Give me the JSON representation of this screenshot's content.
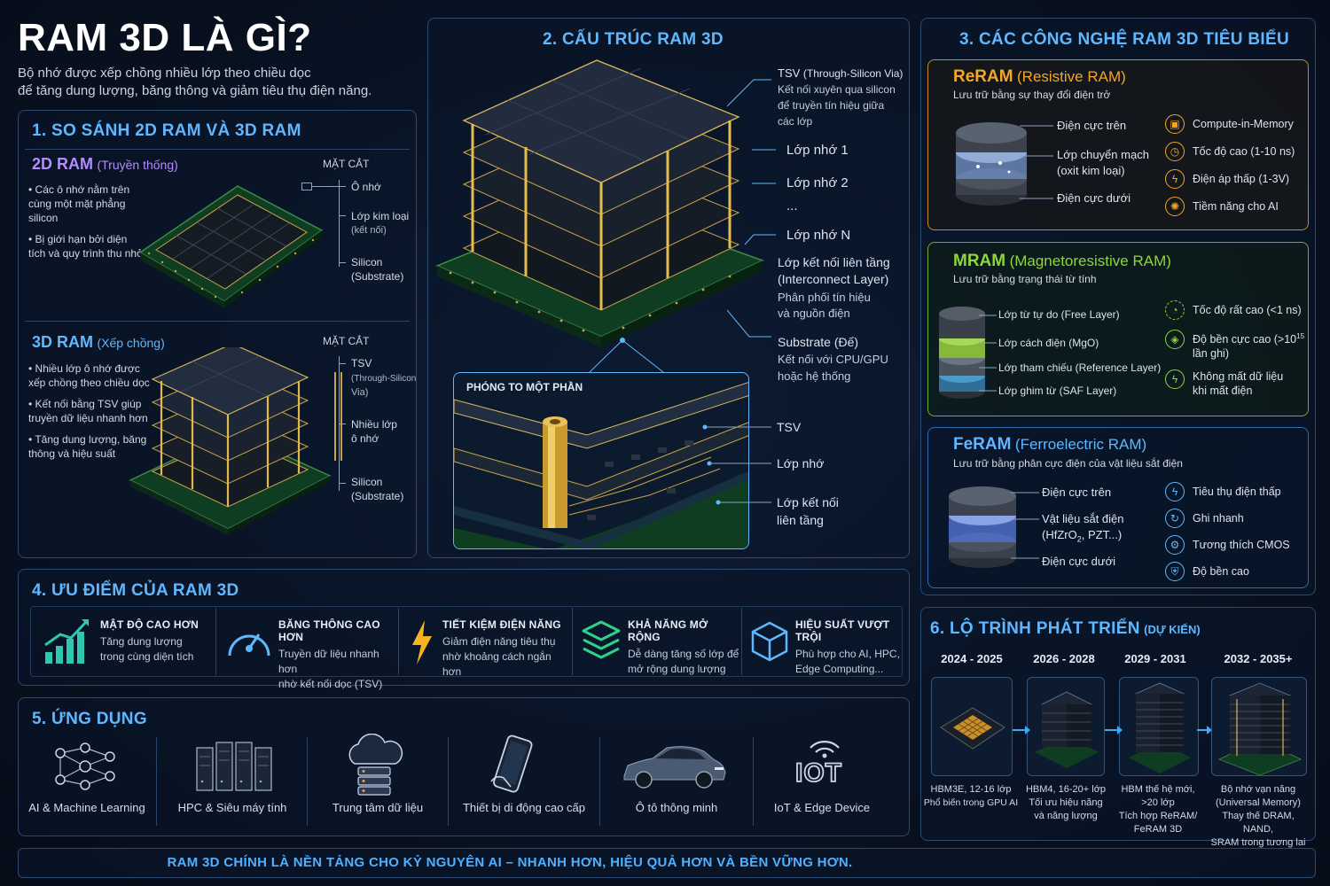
{
  "header": {
    "title": "RAM 3D LÀ GÌ?",
    "subtitle_1": "Bộ nhớ được xếp chồng nhiều lớp theo chiều dọc",
    "subtitle_2": "để tăng dung lượng, băng thông và giảm tiêu thụ điện năng."
  },
  "compare": {
    "title": "1. SO SÁNH 2D RAM VÀ 3D RAM",
    "ram2d": {
      "name": "2D RAM",
      "tag": "(Truyền thống)",
      "bullets": [
        "Các ô nhớ nằm trên cùng một mặt phẳng silicon",
        "Bị giới hạn bởi diện tích và quy trình thu nhỏ"
      ],
      "section_label": "MẶT CẮT",
      "labels": [
        "Ô nhớ",
        "Lớp kim loại",
        "(kết nối)",
        "Silicon",
        "(Substrate)"
      ]
    },
    "ram3d": {
      "name": "3D RAM",
      "tag": "(Xếp chồng)",
      "bullets": [
        "Nhiều lớp ô nhớ được xếp chồng theo chiều dọc",
        "Kết nối bằng TSV giúp truyền dữ liệu nhanh hơn",
        "Tăng dung lượng, băng thông và hiệu suất"
      ],
      "section_label": "MẶT CẮT",
      "labels": [
        "TSV",
        "(Through-Silicon",
        "Via)",
        "Nhiều lớp",
        "ô nhớ",
        "Silicon",
        "(Substrate)"
      ]
    }
  },
  "structure": {
    "title": "2. CẤU TRÚC RAM 3D",
    "tsv_title": "TSV",
    "tsv_sub": "(Through-Silicon Via)",
    "tsv_desc_1": "Kết nối xuyên qua silicon",
    "tsv_desc_2": "để truyền tín hiệu giữa",
    "tsv_desc_3": "các lớp",
    "layer1": "Lớp nhớ 1",
    "layer2": "Lớp nhớ 2",
    "dots": "...",
    "layerN": "Lớp nhớ N",
    "interconnect_1": "Lớp kết nối liên tầng",
    "interconnect_2": "(Interconnect Layer)",
    "interconnect_3": "Phân phối tín hiệu",
    "interconnect_4": "và nguồn điện",
    "substrate_1": "Substrate (Đế)",
    "substrate_2": "Kết nối với CPU/GPU",
    "substrate_3": "hoặc hệ thống",
    "zoom_title": "PHÓNG TO MỘT PHẦN",
    "zoom_tsv": "TSV",
    "zoom_layer": "Lớp nhớ",
    "zoom_inter_1": "Lớp kết nối",
    "zoom_inter_2": "liên tầng"
  },
  "tech": {
    "title": "3. CÁC CÔNG NGHỆ RAM 3D TIÊU BIỂU",
    "reram": {
      "name": "ReRAM",
      "full": "(Resistive RAM)",
      "desc": "Lưu trữ bằng sự thay đổi điện trở",
      "parts": [
        "Điện cực trên",
        "Lớp chuyển mạch",
        "(oxit kim loại)",
        "Điện cực dưới"
      ],
      "features": [
        "Compute-in-Memory",
        "Tốc độ cao (1-10 ns)",
        "Điện áp thấp (1-3V)",
        "Tiềm năng cho AI"
      ],
      "color": "#f5a623"
    },
    "mram": {
      "name": "MRAM",
      "full": "(Magnetoresistive RAM)",
      "desc": "Lưu trữ bằng trạng thái từ tính",
      "parts": [
        "Lớp từ tự do (Free Layer)",
        "Lớp cách điện (MgO)",
        "Lớp tham chiếu (Reference Layer)",
        "Lớp ghim từ (SAF Layer)"
      ],
      "features": [
        "Tốc độ rất cao (<1 ns)",
        "Độ bền cực cao (>10",
        "15",
        "lần ghi)",
        "Không mất dữ liệu",
        "khi mất điện"
      ],
      "color": "#8ed63a"
    },
    "feram": {
      "name": "FeRAM",
      "full": "(Ferroelectric RAM)",
      "desc": "Lưu trữ bằng phân cực điện của vật liệu sắt điện",
      "parts": [
        "Điện cực trên",
        "Vật liệu sắt điện",
        "(HfZrO",
        "2",
        ", PZT...)",
        "Điện cực dưới"
      ],
      "features": [
        "Tiêu thụ điện thấp",
        "Ghi nhanh",
        "Tương thích CMOS",
        "Độ bền cao"
      ],
      "color": "#5fb8ff"
    }
  },
  "advantages": {
    "title": "4. ƯU ĐIỂM CỦA RAM 3D",
    "items": [
      {
        "title": "MẬT ĐỘ CAO HƠN",
        "d1": "Tăng dung lượng",
        "d2": "trong cùng diện tích"
      },
      {
        "title": "BĂNG THÔNG CAO HƠN",
        "d1": "Truyền dữ liệu nhanh hơn",
        "d2": "nhờ kết nối dọc (TSV)"
      },
      {
        "title": "TIẾT KIỆM ĐIỆN NĂNG",
        "d1": "Giảm điện năng tiêu thụ",
        "d2": "nhờ khoảng cách ngắn hơn"
      },
      {
        "title": "KHẢ NĂNG MỞ RỘNG",
        "d1": "Dễ dàng tăng số lớp để",
        "d2": "mở rộng dung lượng"
      },
      {
        "title": "HIỆU SUẤT VƯỢT TRỘI",
        "d1": "Phù hợp cho AI, HPC,",
        "d2": "Edge Computing..."
      }
    ]
  },
  "applications": {
    "title": "5. ỨNG DỤNG",
    "items": [
      "AI & Machine Learning",
      "HPC & Siêu máy tính",
      "Trung tâm dữ liệu",
      "Thiết bị di động cao cấp",
      "Ô tô thông minh",
      "IoT & Edge Device"
    ],
    "iot_icon_text": "IOT"
  },
  "roadmap": {
    "title": "6. LỘ TRÌNH PHÁT TRIỂN",
    "tag": "(DỰ KIẾN)",
    "stages": [
      {
        "year": "2024 - 2025",
        "l1": "HBM3E, 12-16 lớp",
        "l2": "Phổ biến trong GPU AI",
        "l3": "",
        "l4": ""
      },
      {
        "year": "2026 - 2028",
        "l1": "HBM4, 16-20+ lớp",
        "l2": "Tối ưu hiệu năng",
        "l3": "và năng lượng",
        "l4": ""
      },
      {
        "year": "2029 - 2031",
        "l1": "HBM thế hệ mới,",
        "l2": ">20 lớp",
        "l3": "Tích hợp ReRAM/",
        "l4": "FeRAM 3D"
      },
      {
        "year": "2032 - 2035+",
        "l1": "Bộ nhớ vạn năng",
        "l2": "(Universal Memory)",
        "l3": "Thay thế DRAM, NAND,",
        "l4": "SRAM trong tương lai"
      }
    ]
  },
  "footer": {
    "text": "RAM 3D CHÍNH LÀ NỀN TẢNG CHO KỶ NGUYÊN AI – NHANH HƠN, HIỆU QUẢ HƠN VÀ BỀN VỮNG HƠN."
  }
}
